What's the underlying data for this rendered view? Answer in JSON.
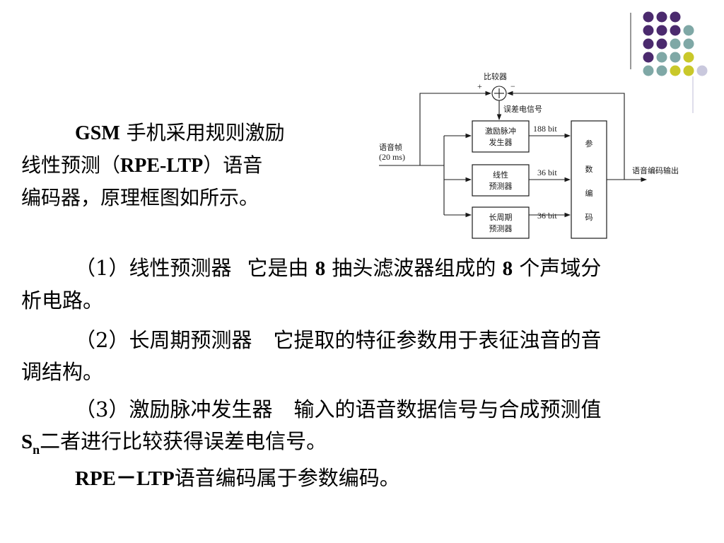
{
  "intro": {
    "term": "GSM",
    "line1_rest": " 手机采用规则激励",
    "line2_a": "线性预测（",
    "abbr": "RPE-LTP",
    "line2_b": "）语音",
    "line3": "编码器，原理框图如所示。"
  },
  "diagram": {
    "comparator_label": "比较器",
    "plus": "+",
    "minus": "−",
    "error_signal": "误差电信号",
    "input_label_1": "语音帧",
    "input_label_2": "(20 ms)",
    "blocks": [
      {
        "line1": "激励脉冲",
        "line2": "发生器",
        "bits": "188 bit"
      },
      {
        "line1": "线性",
        "line2": "预测器",
        "bits": "36 bit"
      },
      {
        "line1": "长周期",
        "line2": "预测器",
        "bits": "36 bit"
      }
    ],
    "param_block": [
      "参",
      "数",
      "编",
      "码"
    ],
    "output_label": "语音编码输出"
  },
  "items": [
    {
      "num": "（1）",
      "title": "线性预测器",
      "text_a": "它是由 ",
      "n1": "8",
      "text_b": " 抽头滤波器组成的 ",
      "n2": "8",
      "text_c": " 个声域分",
      "cont": "析电路。"
    },
    {
      "num": "（2）",
      "title": "长周期预测器",
      "text": "它提取的特征参数用于表征浊音的音",
      "cont": "调结构。"
    },
    {
      "num": "（3）",
      "title": "激励脉冲发生器",
      "text": "输入的语音数据信号与合成预测值",
      "sn": "S",
      "sn_sub": "n",
      "cont": "二者进行比较获得误差电信号。"
    }
  ],
  "summary": {
    "abbr": "RPE－LTP",
    "text": "语音编码属于参数编码。"
  },
  "deco_colors": {
    "purple": "#4b2a6e",
    "teal": "#7fa8a6",
    "olive": "#c9c82a",
    "lavender": "#c9c8dd"
  }
}
